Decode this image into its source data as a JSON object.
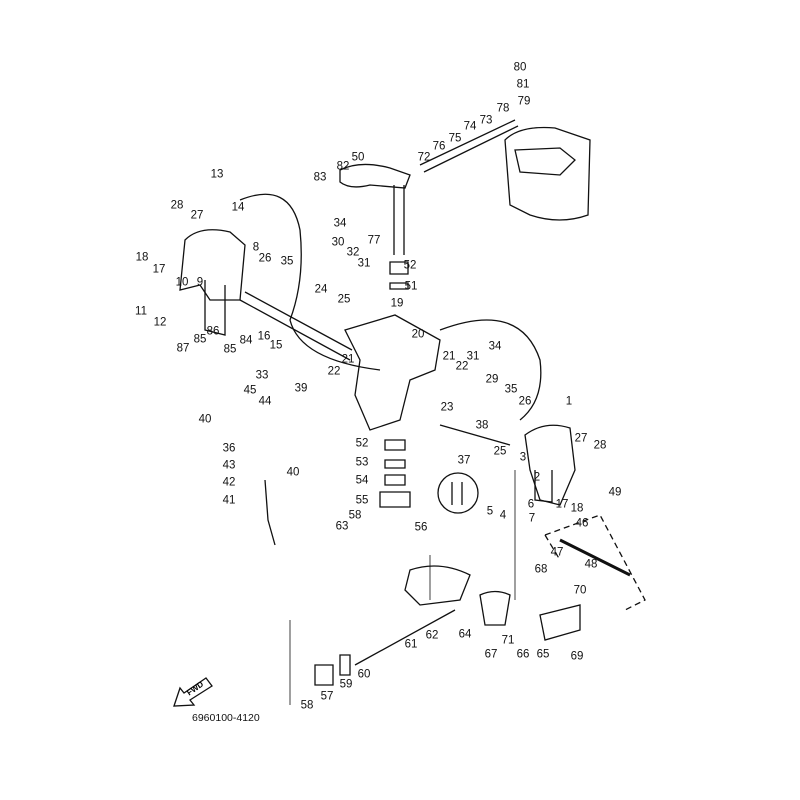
{
  "diagram": {
    "part_labels": [
      "80",
      "81",
      "79",
      "78",
      "73",
      "74",
      "75",
      "76",
      "72",
      "50",
      "82",
      "83",
      "77",
      "13",
      "28",
      "27",
      "14",
      "34",
      "30",
      "32",
      "31",
      "8",
      "18",
      "17",
      "26",
      "35",
      "52",
      "51",
      "10",
      "9",
      "11",
      "12",
      "24",
      "25",
      "19",
      "86",
      "87",
      "85",
      "85",
      "84",
      "16",
      "15",
      "20",
      "21",
      "21",
      "22",
      "31",
      "34",
      "22",
      "33",
      "29",
      "35",
      "45",
      "39",
      "23",
      "26",
      "1",
      "44",
      "40",
      "38",
      "27",
      "28",
      "36",
      "52",
      "25",
      "37",
      "40",
      "3",
      "2",
      "53",
      "43",
      "54",
      "42",
      "17",
      "18",
      "49",
      "6",
      "55",
      "5",
      "4",
      "41",
      "58",
      "56",
      "63",
      "7",
      "46",
      "47",
      "48",
      "68",
      "70",
      "61",
      "62",
      "64",
      "71",
      "67",
      "66",
      "65",
      "69",
      "60",
      "59",
      "57",
      "58"
    ],
    "fwd_label": "FWD",
    "drawing_code": "6960100-4120",
    "line_color": "#111111",
    "background": "#ffffff"
  }
}
